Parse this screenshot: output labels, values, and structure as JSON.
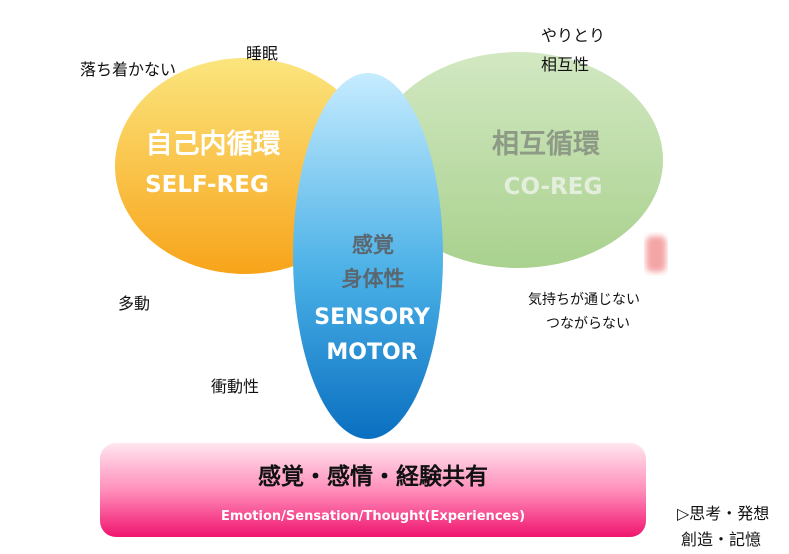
{
  "circles": {
    "self": {
      "jp": "自己内循環",
      "en": "SELF-REG",
      "color_top": "#fbe07a",
      "color_bottom": "#f8a81c"
    },
    "co": {
      "jp": "相互循環",
      "en": "CO-REG",
      "color": "#bcdca8"
    },
    "sensory": {
      "jp_line1": "感覚",
      "jp_line2": "身体性",
      "en_line1": "SENSORY",
      "en_line2": "MOTOR",
      "color_top": "#bfeaff",
      "color_bottom": "#0b74c4"
    }
  },
  "bar": {
    "jp": "感覚・感情・経験共有",
    "en": "Emotion/Sensation/Thought(Experiences)"
  },
  "annotations": {
    "ochitsukanai": "落ち着かない",
    "suimin": "睡眠",
    "yaritori": "やりとり",
    "sougosei": "相互性",
    "tadou": "多動",
    "shoudousei": "衝動性",
    "kimochi": "気持ちが通じない",
    "tsunagaranai": "つながらない",
    "shikou": "▷思考・発想",
    "souzou": "創造・記憶"
  }
}
